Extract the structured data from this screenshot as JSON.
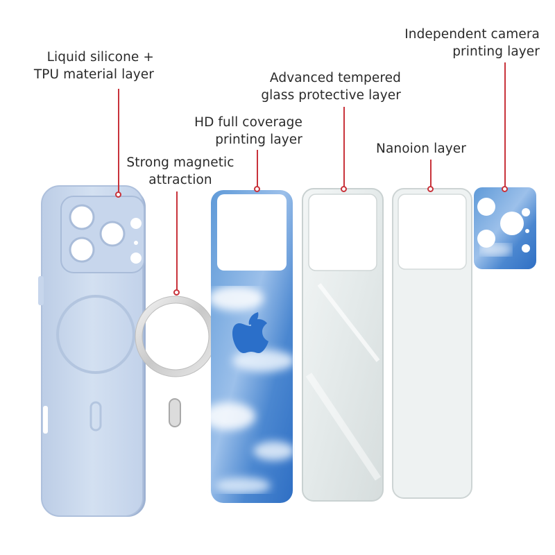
{
  "accent_color": "#c8323a",
  "labels": {
    "silicone": {
      "line1": "Liquid silicone +",
      "line2": "TPU material layer"
    },
    "magnetic": {
      "line1": "Strong magnetic",
      "line2": "attraction"
    },
    "printing": {
      "line1": "HD full coverage",
      "line2": "printing layer"
    },
    "glass": {
      "line1": "Advanced tempered",
      "line2": "glass protective layer"
    },
    "nanoion": {
      "line1": "Nanoion layer"
    },
    "camera": {
      "line1": "Independent camera",
      "line2": "printing layer"
    }
  },
  "icons": [
    "apple-logo-icon"
  ]
}
